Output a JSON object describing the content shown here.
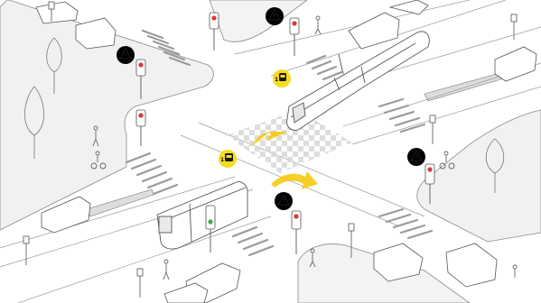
{
  "scene": {
    "type": "intersection-illustration",
    "elements": [
      "tram",
      "bus",
      "cars",
      "traffic-lights",
      "crosswalks",
      "pedestrians",
      "cyclists",
      "trees"
    ]
  },
  "colors": {
    "warning_badge": "#f5dc1e",
    "signal_red": "#d83a3a",
    "signal_green": "#3fae49",
    "motion_arrow": "#f6c700",
    "road_line": "#888888",
    "sidewalk": "#eeeeee"
  },
  "badges": [
    {
      "name": "warning-badge-top",
      "icon": "warning-triangle-icon",
      "label": ""
    },
    {
      "name": "warning-badge-left",
      "icon": "warning-triangle-icon",
      "label": ""
    },
    {
      "name": "warning-badge-right",
      "icon": "warning-triangle-icon",
      "label": ""
    },
    {
      "name": "warning-badge-bottom",
      "icon": "warning-triangle-icon",
      "label": ""
    },
    {
      "name": "tram-priority-badge",
      "icon": "tram-icon",
      "label": "1"
    },
    {
      "name": "bus-priority-badge",
      "icon": "bus-icon",
      "label": "1"
    }
  ],
  "signals": [
    {
      "name": "traffic-light-top",
      "state": "red"
    },
    {
      "name": "traffic-light-top-center",
      "state": "red"
    },
    {
      "name": "traffic-light-left-upper",
      "state": "red"
    },
    {
      "name": "traffic-light-left-lower",
      "state": "red"
    },
    {
      "name": "traffic-light-right",
      "state": "red"
    },
    {
      "name": "traffic-light-bus",
      "state": "green"
    },
    {
      "name": "traffic-light-bottom",
      "state": "red"
    }
  ]
}
